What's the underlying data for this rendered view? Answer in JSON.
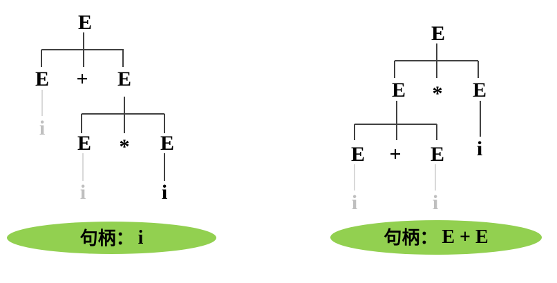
{
  "left_tree": {
    "root": "E",
    "level2": {
      "left": "E",
      "op": "+",
      "right": "E"
    },
    "level3": {
      "left": "E",
      "op": "*",
      "right": "E"
    },
    "leaves": {
      "under_level2_left": "i",
      "under_level3_left": "i",
      "under_level3_right": "i"
    },
    "handle": {
      "label": "句柄：",
      "value": "i"
    }
  },
  "right_tree": {
    "root": "E",
    "level2": {
      "left": "E",
      "op": "*",
      "right": "E"
    },
    "level3": {
      "left": "E",
      "op": "+",
      "right": "E"
    },
    "leaves": {
      "under_level3_left": "i",
      "under_level3_right": "i",
      "under_level2_right": "i"
    },
    "handle": {
      "label": "句柄：",
      "value": "E + E"
    }
  },
  "colors": {
    "ellipse": "#92d050",
    "line": "#404040",
    "muted_line": "#d9d9d9",
    "muted_text": "#bfbfbf",
    "text": "#000000"
  }
}
